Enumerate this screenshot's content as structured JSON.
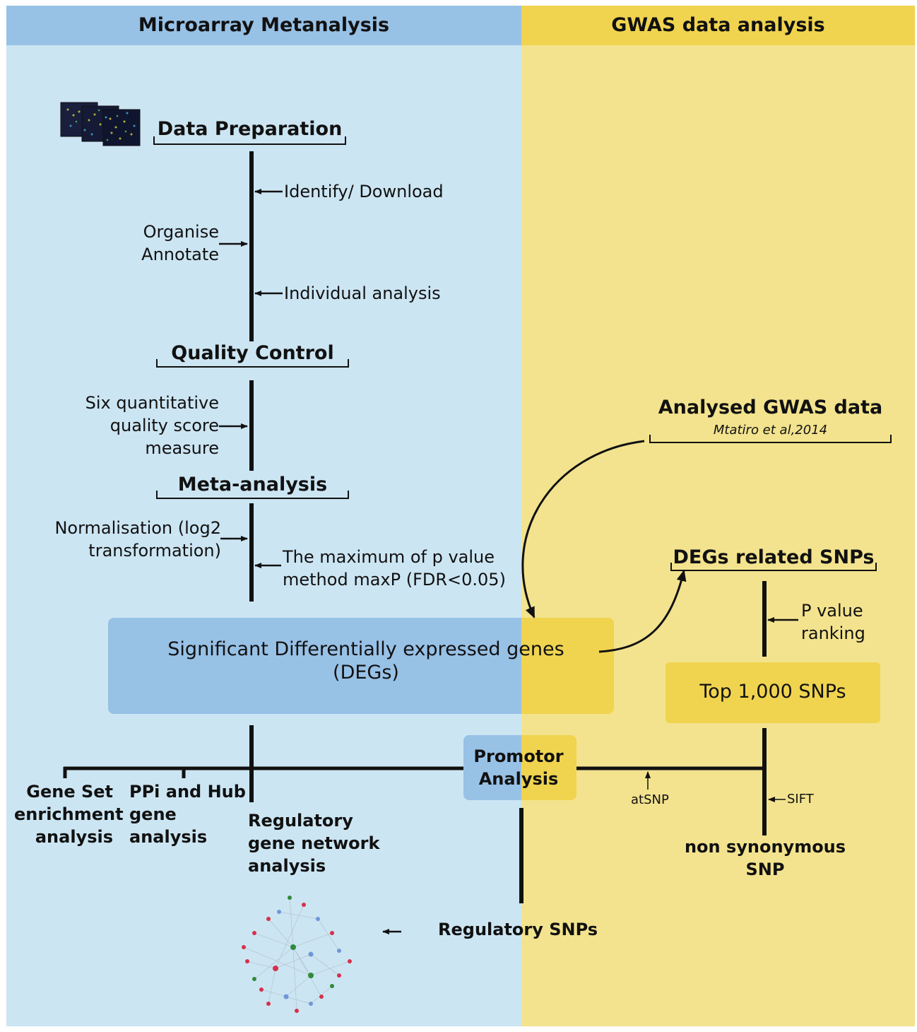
{
  "headers": {
    "left": "Microarray Metanalysis",
    "right": "GWAS data analysis"
  },
  "steps": {
    "data_preparation": "Data Preparation",
    "quality_control": "Quality Control",
    "meta_analysis": "Meta-analysis",
    "identify_download": "Identify/ Download",
    "organise_1": "Organise",
    "organise_2": "Annotate",
    "individual": "Individual analysis",
    "six_1": "Six quantitative",
    "six_2": "quality score",
    "six_3": "measure",
    "norm_1": "Normalisation (log2",
    "norm_2": "transformation)",
    "maxp_1": "The maximum of  p value",
    "maxp_2": "method maxP (FDR<0.05)"
  },
  "degs": {
    "line1": "Significant Differentially expressed genes",
    "line2": "(DEGs)"
  },
  "gwas": {
    "title": "Analysed GWAS data",
    "citation": "Mtatiro et al,2014",
    "related": "DEGs related SNPs",
    "pvalue_1": "P value",
    "pvalue_2": "ranking",
    "top": "Top 1,000 SNPs",
    "atsnp": "atSNP",
    "sift": "SIFT",
    "nonsyn_1": "non synonymous",
    "nonsyn_2": "SNP"
  },
  "downstream": {
    "promotor_1": "Promotor",
    "promotor_2": "Analysis",
    "gse_1": "Gene Set",
    "gse_2": "enrichment",
    "gse_3": "analysis",
    "ppi_1": "PPi and Hub",
    "ppi_2": "gene",
    "ppi_3": "analysis",
    "reg_1": "Regulatory",
    "reg_2": "gene network",
    "reg_3": "analysis",
    "reg_snps": "Regulatory SNPs"
  },
  "colors": {
    "left_bg": "#cce5f3",
    "left_header": "#98c1e6",
    "left_box": "#98c1e6",
    "right_bg": "#f3e38e",
    "right_header": "#f0d44f",
    "right_box": "#f0d44f"
  }
}
